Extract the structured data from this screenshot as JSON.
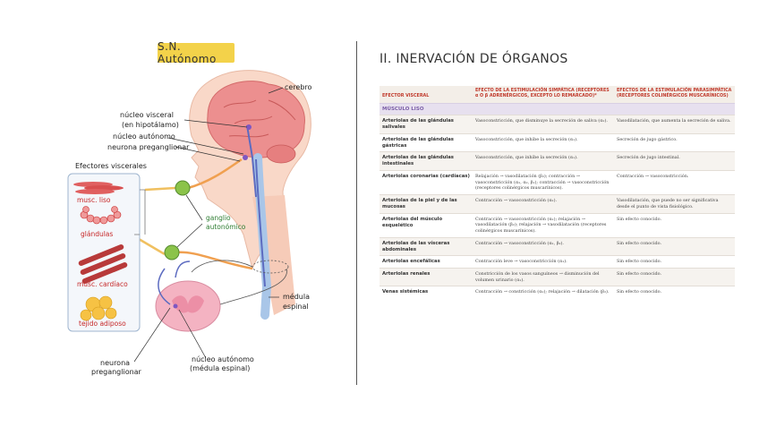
{
  "left": {
    "title": "S.N. Autónomo",
    "labels": {
      "cerebro": "cerebro",
      "nucleo_visceral": "núcleo visceral",
      "en_hipotalamo": "(en hipotálamo)",
      "nucleo_autonomo": "núcleo autónomo",
      "neurona_preganglionar": "neurona preganglionar",
      "efectores_title": "Efectores viscerales",
      "musc_liso": "musc. liso",
      "glandulas": "glándulas",
      "musc_cardiaco": "musc. cardíaco",
      "tejido_adiposo": "tejido adiposo",
      "ganglio": "ganglio",
      "autonomico": "autonómico",
      "medula": "médula",
      "espinal": "espinal",
      "neurona_bottom_1": "neurona",
      "neurona_bottom_2": "preganglionar",
      "nucleo_bottom_1": "núcleo autónomo",
      "nucleo_bottom_2": "(médula espinal)"
    }
  },
  "right": {
    "section_title": "II. INERVACIÓN DE ÓRGANOS",
    "table": {
      "headers": [
        "EFECTOR VISCERAL",
        "EFECTO DE LA ESTIMULACIÓN SIMPÁTICA (RECEPTORES α O β ADRENÉRGICOS, EXCEPTO LO REMARCADO)*",
        "EFECTOS DE LA ESTIMULACIÓN PARASIMPÁTICA (RECEPTORES COLINÉRGICOS MUSCARÍNICOS)"
      ],
      "section": "MÚSCULO LISO",
      "rows": [
        {
          "organ": "Arteriolas de las glándulas salivales",
          "sym": "Vasoconstricción, que disminuye la secreción de saliva (α₁).",
          "para": "Vasodilatación, que aumenta la secreción de saliva."
        },
        {
          "organ": "Arteriolas de las glándulas gástricas",
          "sym": "Vasoconstricción, que inhibe la secreción (α₁).",
          "para": "Secreción de jugo gástrico."
        },
        {
          "organ": "Arteriolas de las glándulas intestinales",
          "sym": "Vasoconstricción, que inhibe la secreción (α₁).",
          "para": "Secreción de jugo intestinal."
        },
        {
          "organ": "Arteriolas coronarias (cardíacas)",
          "sym": "Relajación → vasodilatación (β₂); contracción → vasoconstricción (α₁, α₂, β₁); contracción → vasoconstricción (receptores colinérgicos muscarínicos).",
          "para": "Contracción → vasoconstricción."
        },
        {
          "organ": "Arteriolas de la piel y de las mucosas",
          "sym": "Contracción → vasoconstricción (α₁).",
          "para": "Vasodilatación, que puede no ser significativa desde el punto de vista fisiológico."
        },
        {
          "organ": "Arteriolas del músculo esquelético",
          "sym": "Contracción → vasoconstricción (α₁); relajación → vasodilatación (β₂); relajación → vasodilatación (receptores colinérgicos muscarínicos).",
          "para": "Sin efecto conocido."
        },
        {
          "organ": "Arteriolas de las vísceras abdominales",
          "sym": "Contracción → vasoconstricción (α₁, β₂).",
          "para": "Sin efecto conocido."
        },
        {
          "organ": "Arteriolas encefálicas",
          "sym": "Contracción leve → vasoconstricción (α₁).",
          "para": "Sin efecto conocido."
        },
        {
          "organ": "Arteriolas renales",
          "sym": "Constricción de los vasos sanguíneos → disminución del volumen urinario (α₁).",
          "para": "Sin efecto conocido."
        },
        {
          "organ": "Venas sistémicas",
          "sym": "Contracción → constricción (α₁); relajación → dilatación (β₂).",
          "para": "Sin efecto conocido."
        }
      ]
    }
  }
}
